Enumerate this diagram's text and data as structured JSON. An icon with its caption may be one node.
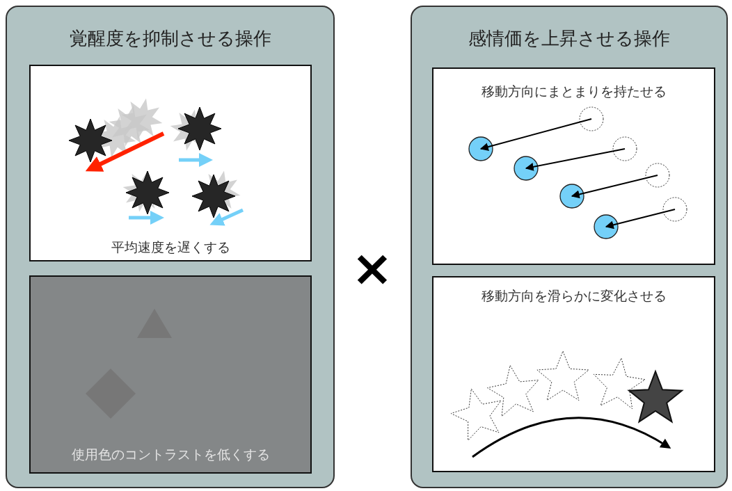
{
  "diagram": {
    "nodes": [
      {
        "text": [
          "覚醒度を抑制させる操作"
        ]
      },
      {
        "text": [
          "平均速度を遅くする"
        ],
        "in": 0
      },
      {
        "text": [
          "使用色のコントラストを低くする"
        ],
        "in": 0
      },
      {
        "text": [
          "感情価を上昇させる操作"
        ]
      },
      {
        "text": [
          "移動方向にまとまりを持たせる"
        ],
        "in": 3
      },
      {
        "text": [
          "移動方向を滑らかに変化させる"
        ],
        "in": 3
      }
    ],
    "labels": [
      "×"
    ]
  }
}
